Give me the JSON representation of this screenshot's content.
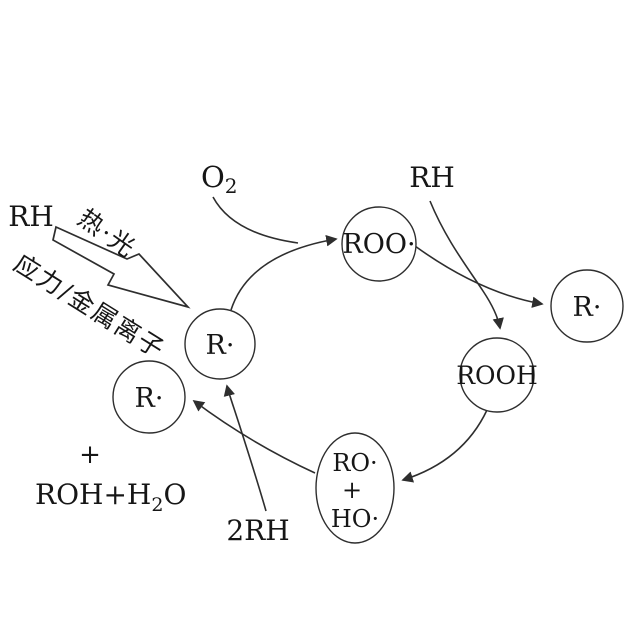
{
  "canvas": {
    "bg": "#ffffff",
    "ink": "#2e2e2e"
  },
  "initiation": {
    "rh_label": "RH",
    "heat_light": "热·光",
    "stress_metal": "应力/金属离子"
  },
  "inputs": {
    "o2_base": "O",
    "o2_sub": "2",
    "rh_top": "RH",
    "two_rh": "2RH"
  },
  "byproducts": {
    "plus": "+",
    "roh_pre": "ROH+H",
    "roh_sub": "2",
    "roh_post": "O"
  },
  "species": {
    "r_main": "R·",
    "roo": "ROO·",
    "r_branch": "R·",
    "rooh": "ROOH",
    "ro": "RO·",
    "plus": "+",
    "ho": "HO·",
    "r_left": "R·"
  }
}
